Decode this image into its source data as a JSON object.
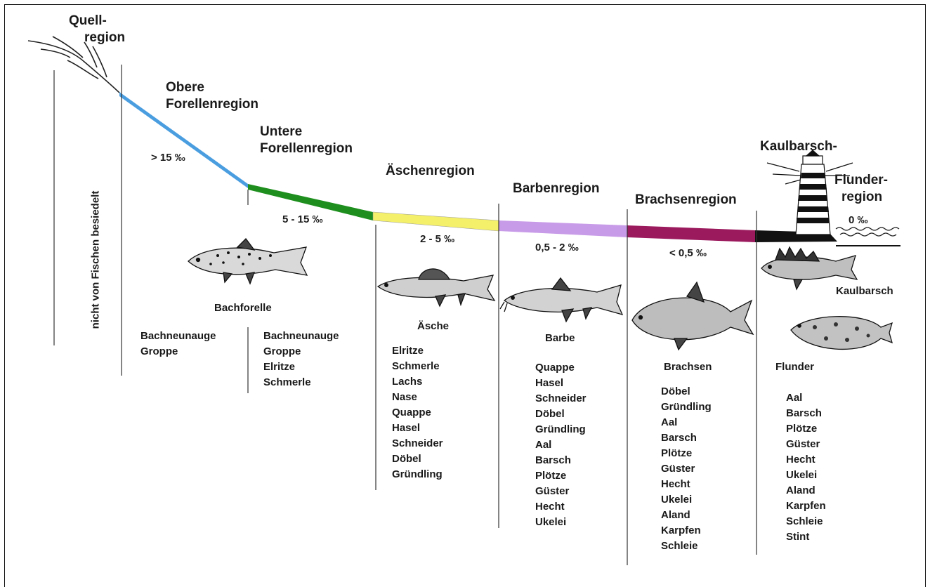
{
  "regions": {
    "quell": [
      "Quell-",
      "region"
    ],
    "obere": [
      "Obere",
      "Forellenregion"
    ],
    "untere": [
      "Untere",
      "Forellenregion"
    ],
    "aeschen": "Äschenregion",
    "barben": "Barbenregion",
    "brachsen": "Brachsenregion",
    "kaulbarsch": "Kaulbarsch-",
    "flunder": [
      "Flunder-",
      "region"
    ]
  },
  "gradients": {
    "obere": "> 15 ‰",
    "untere": "5 - 15 ‰",
    "aeschen": "2 - 5 ‰",
    "barben": "0,5 - 2 ‰",
    "brachsen": "< 0,5 ‰",
    "flunder": "0 ‰"
  },
  "vertical_note": "nicht von Fischen besiedelt",
  "fish_names": {
    "bachforelle": "Bachforelle",
    "aesche": "Äsche",
    "barbe": "Barbe",
    "brachsen": "Brachsen",
    "kaulbarsch": "Kaulbarsch",
    "flunder": "Flunder"
  },
  "species_lists": {
    "obere": [
      "Bachneunauge",
      "Groppe"
    ],
    "untere": [
      "Bachneunauge",
      "Groppe",
      "Elritze",
      "Schmerle"
    ],
    "aeschen": [
      "Elritze",
      "Schmerle",
      "Lachs",
      "Nase",
      "Quappe",
      "Hasel",
      "Schneider",
      "Döbel",
      "Gründling"
    ],
    "barben": [
      "Quappe",
      "Hasel",
      "Schneider",
      "Döbel",
      "Gründling",
      "Aal",
      "Barsch",
      "Plötze",
      "Güster",
      "Hecht",
      "Ukelei"
    ],
    "brachsen": [
      "Döbel",
      "Gründling",
      "Aal",
      "Barsch",
      "Plötze",
      "Güster",
      "Hecht",
      "Ukelei",
      "Aland",
      "Karpfen",
      "Schleie"
    ],
    "flunder": [
      "Aal",
      "Barsch",
      "Plötze",
      "Güster",
      "Hecht",
      "Ukelei",
      "Aland",
      "Karpfen",
      "Schleie",
      "Stint"
    ]
  },
  "colors": {
    "obere_segment": "#4a9ee0",
    "untere_segment": "#1e8f1e",
    "aeschen_segment": "#f4f06a",
    "barben_segment": "#c89be8",
    "brachsen_segment": "#9b1a5e",
    "flunder_segment": "#111111"
  },
  "icons": [
    "source-streams-icon",
    "trout-icon",
    "grayling-icon",
    "barbel-icon",
    "bream-icon",
    "ruffe-icon",
    "flounder-icon",
    "lighthouse-icon",
    "waves-icon"
  ]
}
